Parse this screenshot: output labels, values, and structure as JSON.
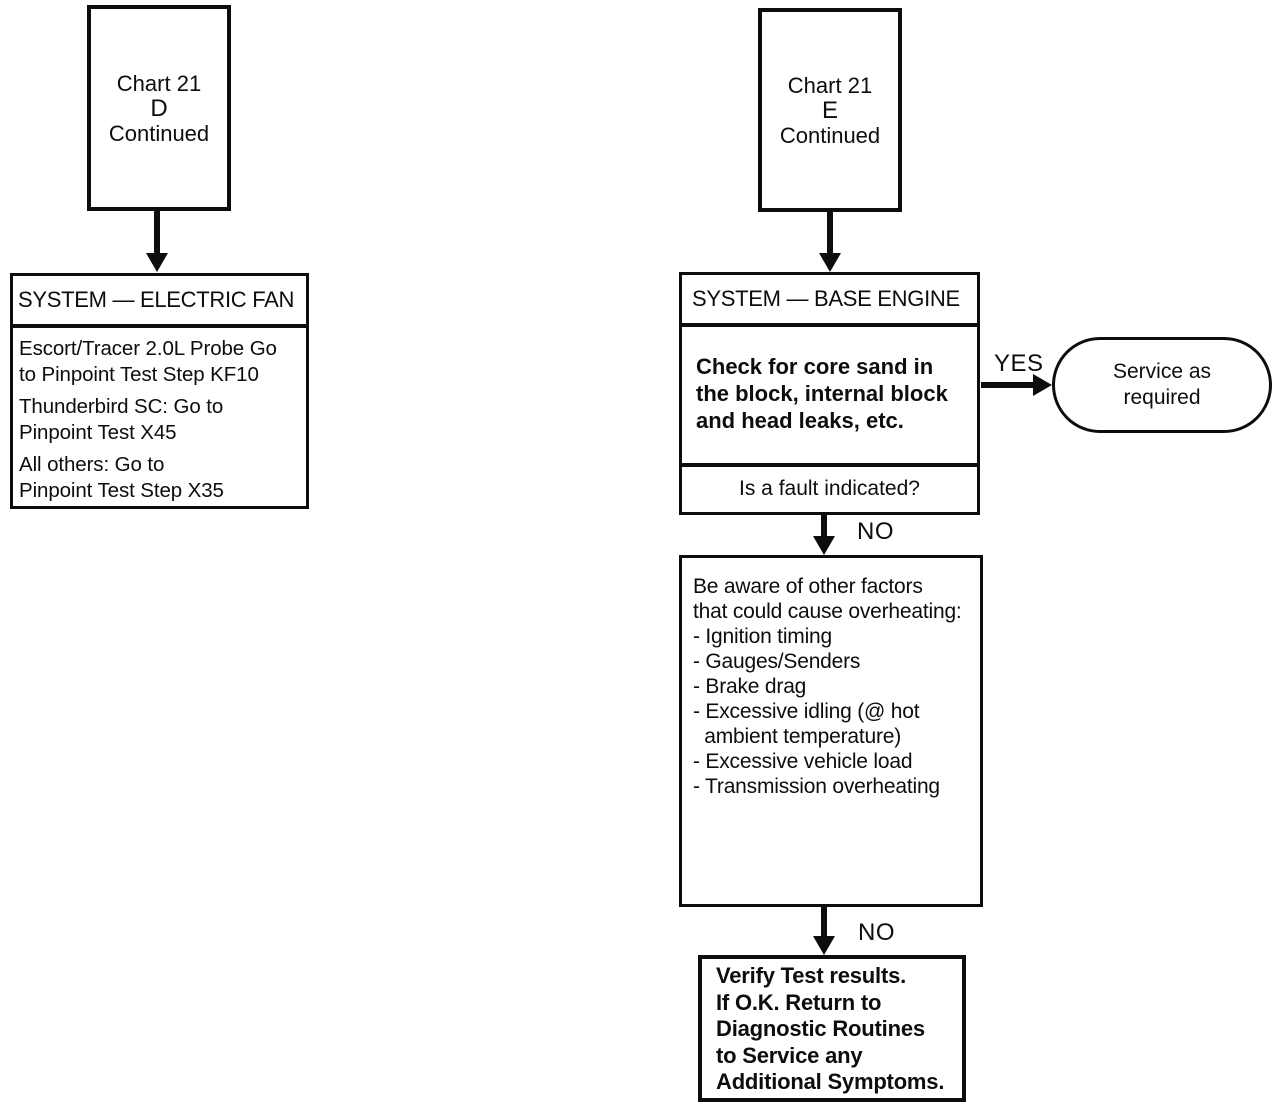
{
  "flowchart": {
    "left": {
      "chart_ref": {
        "lines": [
          "Chart 21",
          "D",
          "Continued"
        ]
      },
      "system": {
        "header": "SYSTEM — ELECTRIC FAN",
        "paragraphs": [
          {
            "lines": [
              "Escort/Tracer 2.0L Probe Go",
              "to Pinpoint Test Step KF10"
            ]
          },
          {
            "lines": [
              "Thunderbird SC: Go to",
              "Pinpoint Test X45"
            ]
          },
          {
            "lines": [
              "All others: Go to",
              "Pinpoint Test Step X35"
            ]
          }
        ]
      }
    },
    "right": {
      "chart_ref": {
        "lines": [
          "Chart 21",
          "E",
          "Continued"
        ]
      },
      "system": {
        "header": "SYSTEM — BASE ENGINE",
        "body_lines": [
          "Check for core sand in",
          "the block, internal block",
          "and head leaks, etc."
        ],
        "question": "Is a fault indicated?"
      },
      "yes_label": "YES",
      "service": {
        "lines": [
          "Service as",
          "required"
        ]
      },
      "no_label_top": "NO",
      "factors": {
        "lines": [
          "Be aware of other factors",
          "that could cause overheating:",
          "- Ignition timing",
          "- Gauges/Senders",
          "- Brake drag",
          "- Excessive idling (@ hot",
          "  ambient temperature)",
          "- Excessive vehicle load",
          "- Transmission overheating"
        ]
      },
      "no_label_bottom": "NO",
      "verify": {
        "lines": [
          "Verify Test results.",
          "If O.K. Return to",
          "Diagnostic Routines",
          "to Service any",
          "Additional Symptoms."
        ]
      }
    },
    "colors": {
      "ink": "#0d0d0d",
      "paper": "#ffffff"
    }
  }
}
